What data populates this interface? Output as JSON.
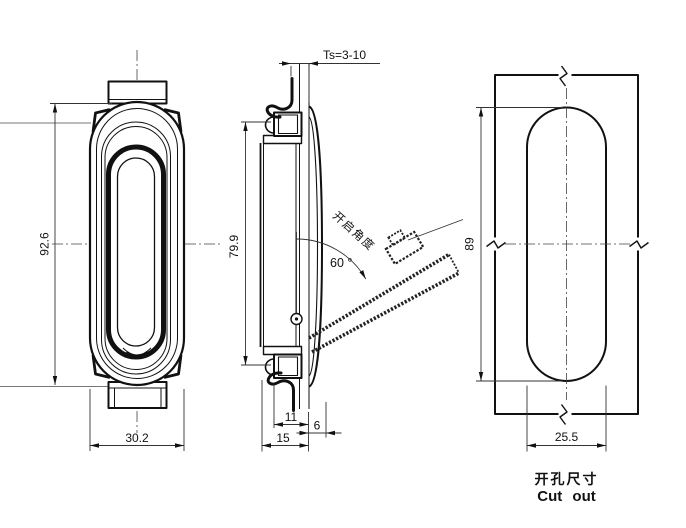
{
  "labels": {
    "front_height": "92.6",
    "front_width": "30.2",
    "panel_thickness": "Ts=3-10",
    "body_height": "79.9",
    "open_angle_caption": "开启角度",
    "open_angle_value": "60 °",
    "clip_width": "11",
    "protrusion": "6",
    "depth": "15",
    "cutout_height": "89",
    "cutout_width": "25.5",
    "cutout_caption_zh": "开孔尺寸",
    "cutout_caption_en": "Cut out"
  },
  "colors": {
    "background": "#ffffff",
    "outline": "#111111",
    "dimension_lines": "#333333",
    "leader_lines": "#777777"
  }
}
